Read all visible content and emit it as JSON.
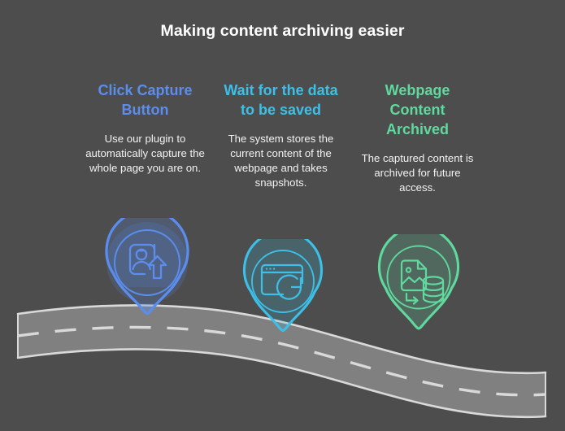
{
  "title": "Making content archiving easier",
  "theme": {
    "background": "#4d4d4d",
    "title_color": "#ffffff",
    "body_text_color": "#f2f2f2",
    "road_fill": "#808080",
    "road_edge": "#d9d9d9",
    "road_dash": "#d9d9d9"
  },
  "steps": [
    {
      "heading": "Click Capture Button",
      "body": "Use our plugin to automatically capture the whole page you are on.",
      "color": "#5b8def",
      "icon": "profile-card-upload-icon"
    },
    {
      "heading": "Wait for the data to be saved",
      "body": "The system stores the current content of the webpage and takes snapshots.",
      "color": "#3cc0e8",
      "icon": "browser-refresh-icon"
    },
    {
      "heading": "Webpage Content Archived",
      "body": "The captured content is archived for future access.",
      "color": "#5fd99e",
      "icon": "image-to-database-icon"
    }
  ],
  "road": {
    "name": "winding-road",
    "dash_pattern": "dashed-center-line"
  }
}
